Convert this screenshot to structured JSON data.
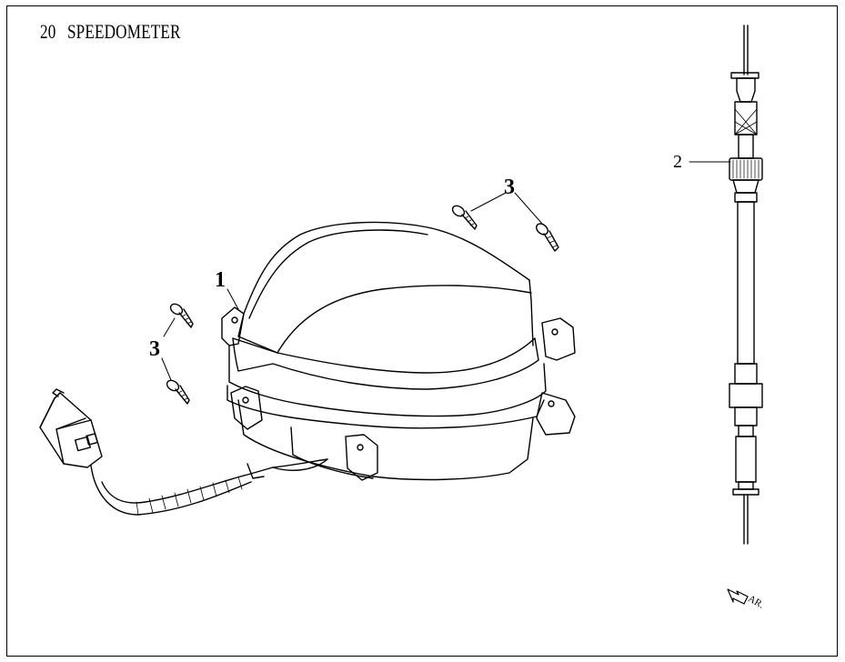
{
  "diagram": {
    "section_number": "20",
    "section_title": "SPEEDOMETER",
    "callouts": {
      "speedometer_assembly": "1",
      "speedometer_cable": "2",
      "screws_top": "3",
      "screws_left": "3"
    },
    "arrow_label": "AR."
  },
  "colors": {
    "line": "#000000",
    "background": "#ffffff"
  }
}
